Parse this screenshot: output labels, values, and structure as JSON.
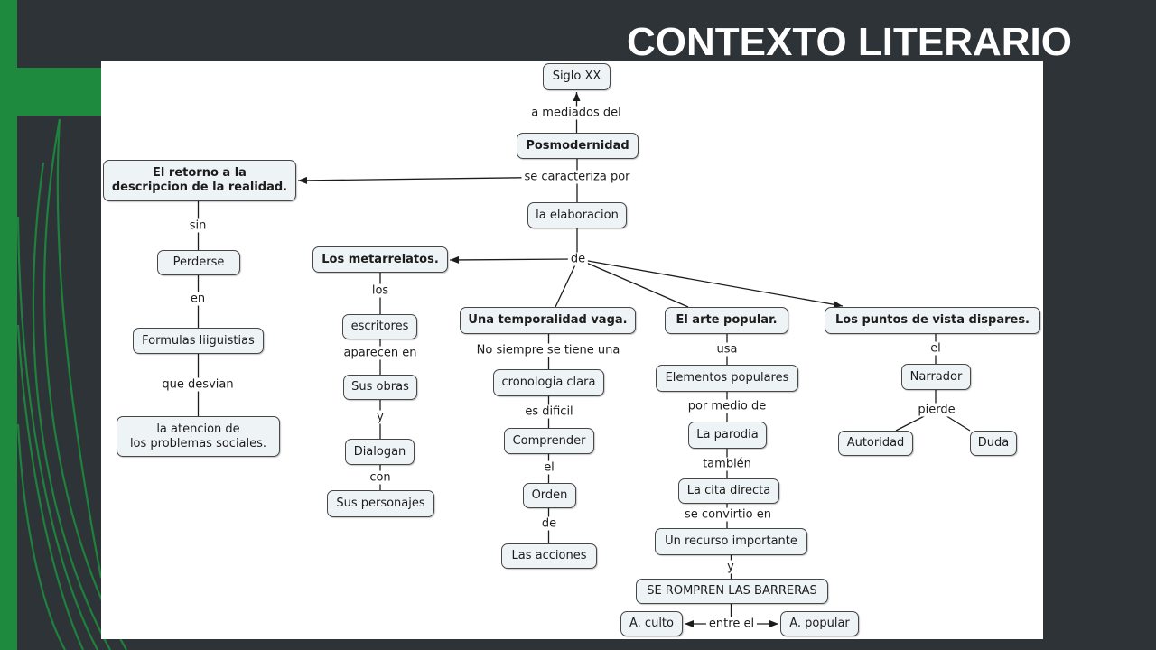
{
  "slide": {
    "title": "CONTEXTO LITERARIO",
    "colors": {
      "background": "#2e3338",
      "accent": "#1d8a3d",
      "title": "#ffffff",
      "map-background": "#ffffff",
      "node-fill": "#eef3f6",
      "node-border": "#474747",
      "ink": "#1c1c1c"
    }
  },
  "concept_map": {
    "root": {
      "top_concept": "Siglo XX",
      "top_link": "a mediados del",
      "main_concept": "Posmodernidad",
      "main_link": "se caracteriza por",
      "elaboration_concept": "la elaboracion",
      "elaboration_link": "de"
    },
    "branches": {
      "retorno": {
        "heading_lines": [
          "El retorno a la",
          "descripcion de la realidad."
        ],
        "steps": [
          {
            "link": "sin",
            "concept": "Perderse"
          },
          {
            "link": "en",
            "concept": "Formulas liiguistias"
          },
          {
            "link": "que desvian",
            "concept_lines": [
              "la atencion de",
              "los problemas sociales."
            ]
          }
        ]
      },
      "metarrelatos": {
        "heading": "Los metarrelatos.",
        "steps": [
          {
            "link": "los",
            "concept": "escritores"
          },
          {
            "link": "aparecen en",
            "concept": "Sus obras"
          },
          {
            "link": "y",
            "concept": "Dialogan"
          },
          {
            "link": "con",
            "concept": "Sus personajes"
          }
        ]
      },
      "temporalidad": {
        "heading": "Una temporalidad vaga.",
        "steps": [
          {
            "link": "No siempre se tiene una",
            "concept": "cronologia clara"
          },
          {
            "link": "es dificil",
            "concept": "Comprender"
          },
          {
            "link": "el",
            "concept": "Orden"
          },
          {
            "link": "de",
            "concept": "Las acciones"
          }
        ]
      },
      "arte_popular": {
        "heading": "El arte popular.",
        "steps": [
          {
            "link": "usa",
            "concept": "Elementos populares"
          },
          {
            "link": "por medio de",
            "concept": "La parodia"
          },
          {
            "link": "también",
            "concept": "La cita directa"
          },
          {
            "link": "se convirtio en",
            "concept": "Un recurso importante"
          },
          {
            "link": "y",
            "concept": "SE ROMPREN LAS BARRERAS"
          }
        ],
        "between": {
          "link": "entre el",
          "left": "A. culto",
          "right": "A. popular"
        }
      },
      "puntos_de_vista": {
        "heading": "Los puntos de vista dispares.",
        "steps": [
          {
            "link": "el",
            "concept": "Narrador"
          }
        ],
        "split": {
          "link": "pierde",
          "left": "Autoridad",
          "right": "Duda"
        }
      }
    }
  }
}
